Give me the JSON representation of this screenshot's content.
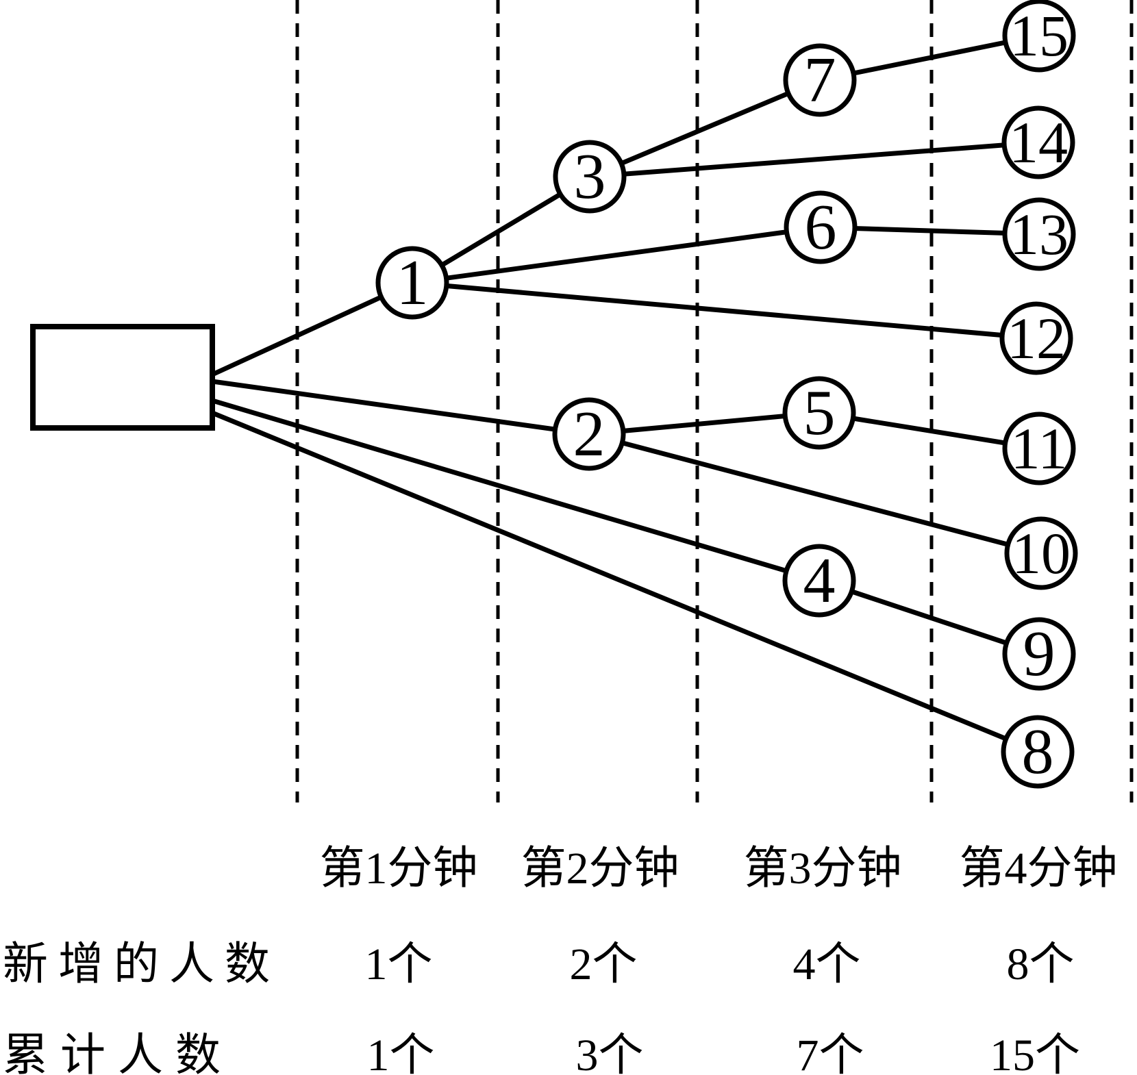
{
  "diagram": {
    "origin_box_text": "",
    "nodes": [
      "1",
      "2",
      "3",
      "4",
      "5",
      "6",
      "7",
      "8",
      "9",
      "10",
      "11",
      "12",
      "13",
      "14",
      "15"
    ],
    "edges": [
      [
        "box",
        "1"
      ],
      [
        "box",
        "2"
      ],
      [
        "box",
        "4"
      ],
      [
        "box",
        "8"
      ],
      [
        "1",
        "3"
      ],
      [
        "1",
        "6"
      ],
      [
        "1",
        "12"
      ],
      [
        "2",
        "5"
      ],
      [
        "2",
        "10"
      ],
      [
        "3",
        "7"
      ],
      [
        "3",
        "14"
      ],
      [
        "4",
        "9"
      ],
      [
        "5",
        "11"
      ],
      [
        "6",
        "13"
      ],
      [
        "7",
        "15"
      ]
    ],
    "line_color": "#000000",
    "background_color": "#ffffff"
  },
  "timeline": {
    "column_headers": [
      "第1分钟",
      "第2分钟",
      "第3分钟",
      "第4分钟"
    ]
  },
  "table": {
    "rows": [
      {
        "label": "新增的人数",
        "values": [
          "1个",
          "2个",
          "4个",
          "8个"
        ]
      },
      {
        "label": "累计人数",
        "values": [
          "1个",
          "3个",
          "7个",
          "15个"
        ]
      }
    ]
  }
}
